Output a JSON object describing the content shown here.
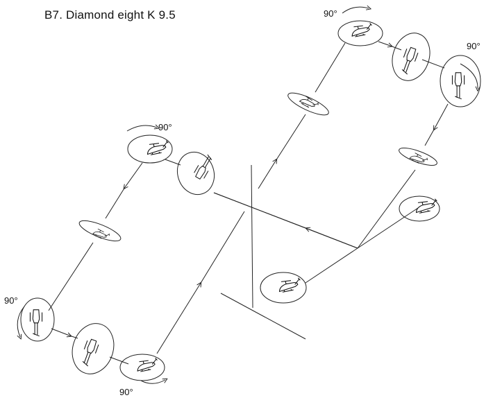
{
  "title": "B7. Diamond eight  K 9.5",
  "labels": {
    "turn_top_left": "90°",
    "turn_top_right_a": "90°",
    "turn_top_right_b": "90°",
    "turn_bottom_left": "90°",
    "turn_bottom_center": "90°"
  },
  "colors": {
    "line": "#222222",
    "background": "#ffffff"
  }
}
